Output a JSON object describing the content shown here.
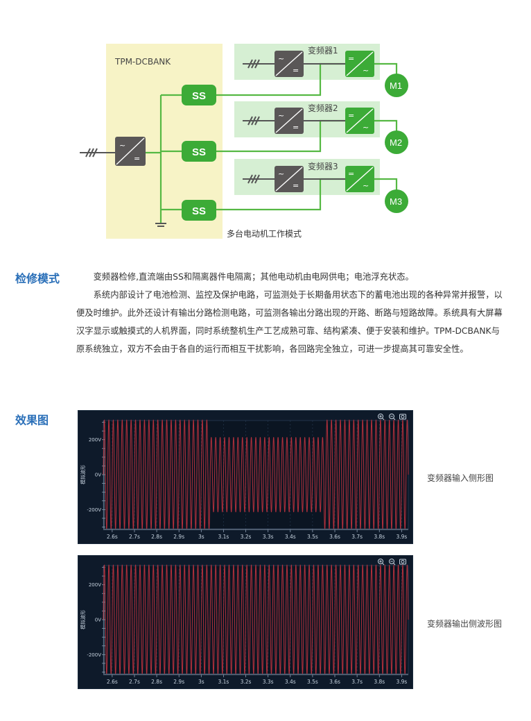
{
  "diagram": {
    "bank_label": "TPM-DCBANK",
    "ss_label": "SS",
    "inverters": [
      {
        "label": "变频器1",
        "motor": "M1"
      },
      {
        "label": "变频器2",
        "motor": "M2"
      },
      {
        "label": "变频器3",
        "motor": "M3"
      }
    ],
    "caption": "多台电动机工作模式"
  },
  "maintenance": {
    "heading": "检修模式",
    "para1": "变频器检修,直流端由SS和隔离器件电隔离；其他电动机由电网供电；电池浮充状态。",
    "para2": "系统内部设计了电池检测、监控及保护电路，可监测处于长期备用状态下的蓄电池出现的各种异常并报警，以便及时维护。此外还设计有输出分路检测电路，可监测各输出分路出现的开路、断路与短路故障。系统具有大屏幕汉字显示或触摸式的人机界面，同时系统整机生产工艺成熟可靠、结构紧凑、便于安装和维护。TPM-DCBANK与原系统独立，双方不会由于各自的运行而相互干扰影响，各回路完全独立，可进一步提高其可靠安全性。"
  },
  "effects": {
    "heading": "效果图"
  },
  "chart_data": [
    {
      "type": "line",
      "caption": "变频器输入侧形图",
      "ylabel": "模拟波形",
      "x_ticks": [
        "2.6s",
        "2.7s",
        "2.8s",
        "2.9s",
        "3s",
        "3.1s",
        "3.2s",
        "3.3s",
        "3.4s",
        "3.5s",
        "3.6s",
        "3.7s",
        "3.8s",
        "3.9s"
      ],
      "y_ticks": [
        "200V",
        "0V",
        "-200V"
      ],
      "xlim": [
        2.56,
        3.93
      ],
      "ylim": [
        -310,
        310
      ],
      "segments": [
        {
          "t_start": 2.56,
          "t_end": 3.04,
          "amplitude": 315
        },
        {
          "t_start": 3.04,
          "t_end": 3.55,
          "amplitude": 215
        },
        {
          "t_start": 3.55,
          "t_end": 3.93,
          "amplitude": 315
        }
      ],
      "frequency_hz": 50,
      "color": "#b3303c"
    },
    {
      "type": "line",
      "caption": "变频器输出侧波形图",
      "ylabel": "模拟波形",
      "x_ticks": [
        "2.6s",
        "2.7s",
        "2.8s",
        "2.9s",
        "3s",
        "3.1s",
        "3.2s",
        "3.3s",
        "3.4s",
        "3.5s",
        "3.6s",
        "3.7s",
        "3.8s",
        "3.9s"
      ],
      "y_ticks": [
        "200V",
        "0V",
        "-200V"
      ],
      "xlim": [
        2.56,
        3.93
      ],
      "ylim": [
        -310,
        310
      ],
      "segments": [
        {
          "t_start": 2.56,
          "t_end": 3.93,
          "amplitude": 315
        }
      ],
      "frequency_hz": 50,
      "color": "#b3303c"
    }
  ]
}
